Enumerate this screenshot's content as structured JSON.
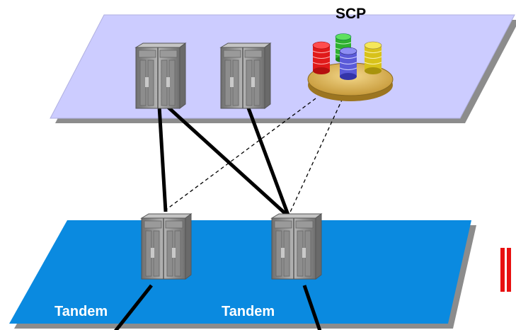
{
  "labels": {
    "scp": "SCP",
    "tandem_1": "Tandem",
    "tandem_2": "Tandem"
  },
  "colors": {
    "upper_plane": "#ccccff",
    "lower_plane": "#0a8ae0",
    "plane_shadow": "#8c8c8c",
    "switch_body": "#8a8a8a",
    "link_solid": "#000000",
    "link_signaling": "#000000",
    "side_marker": "#e81010",
    "tandem_text": "#ffffff"
  },
  "icons": {
    "switch": "telephone-switch-cabinet-icon",
    "scp": "database-stack-platter-icon"
  }
}
